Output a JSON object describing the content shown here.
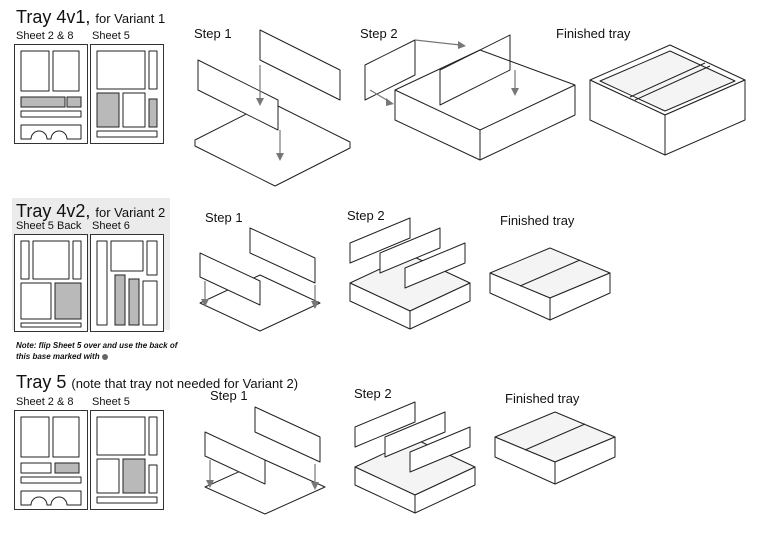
{
  "sections": [
    {
      "title": "Tray 4v1,",
      "subtitle": "for Variant 1",
      "sheets": [
        "Sheet 2 & 8",
        "Sheet 5"
      ],
      "steps": [
        "Step 1",
        "Step 2",
        "Finished tray"
      ],
      "note": ""
    },
    {
      "title": "Tray 4v2,",
      "subtitle": "for Variant 2",
      "sheets": [
        "Sheet 5 Back",
        "Sheet 6"
      ],
      "steps": [
        "Step 1",
        "Step 2",
        "Finished tray"
      ],
      "note": "Note: flip Sheet 5 over and use the back of this base marked with"
    },
    {
      "title": "Tray 5",
      "subtitle": "(note that tray not needed for Variant 2)",
      "sheets": [
        "Sheet 2 & 8",
        "Sheet 5"
      ],
      "steps": [
        "Step 1",
        "Step 2",
        "Finished tray"
      ],
      "note": ""
    }
  ],
  "colors": {
    "highlight": "#b9b9b9",
    "section_bg": "#ebebeb",
    "arrow": "#777777"
  }
}
